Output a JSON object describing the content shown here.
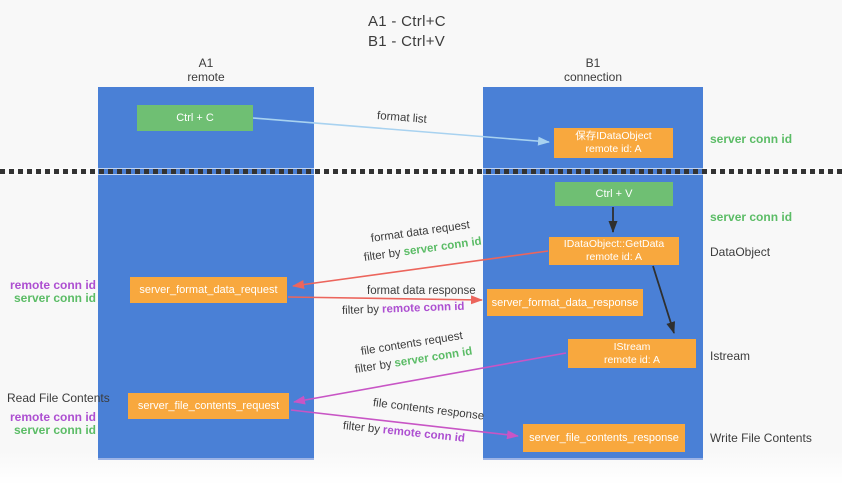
{
  "title": {
    "line1": "A1 - Ctrl+C",
    "line2": "B1 - Ctrl+V"
  },
  "lifelines": {
    "a1": {
      "name": "A1",
      "role": "remote"
    },
    "b1": {
      "name": "B1",
      "role": "connection"
    }
  },
  "nodes": {
    "ctrl_c": "Ctrl + C",
    "ctrl_v": "Ctrl + V",
    "save_idataobject": {
      "title": "保存IDataObject",
      "subtitle": "remote id: A"
    },
    "getdata": {
      "title": "IDataObject::GetData",
      "subtitle": "remote id: A"
    },
    "istream": {
      "title": "IStream",
      "subtitle": "remote id: A"
    },
    "server_format_data_request": "server_format_data_request",
    "server_format_data_response": "server_format_data_response",
    "server_file_contents_request": "server_file_contents_request",
    "server_file_contents_response": "server_file_contents_response"
  },
  "arrow_labels": {
    "format_list": "format list",
    "format_data_request": "format data request",
    "format_data_response": "format data response",
    "file_contents_request": "file contents request",
    "file_contents_response": "file contents response",
    "filter_by": "filter by",
    "server_conn_id": "server conn id",
    "remote_conn_id": "remote conn id"
  },
  "annotations": {
    "right": {
      "server_conn_id_top": "server conn id",
      "server_conn_id_mid": "server conn id",
      "dataobject": "DataObject",
      "istream": "Istream",
      "write_file_contents": "Write File Contents"
    },
    "left": {
      "remote_conn_id_1": "remote conn id",
      "server_conn_id_1": "server conn id",
      "read_file_contents": "Read File Contents",
      "remote_conn_id_2": "remote conn id",
      "server_conn_id_2": "server conn id"
    }
  },
  "colors": {
    "column_blue": "#4a80d6",
    "node_orange": "#f8a83e",
    "node_green": "#6fbf73",
    "server_conn_green": "#5bbc66",
    "remote_conn_purple": "#ad4fd1",
    "arrow_red": "#ec655c",
    "arrow_magenta": "#c855c5",
    "arrow_light_blue": "#a8d2f0",
    "arrow_black": "#2f2f2f",
    "background": "#f8f8f8"
  }
}
